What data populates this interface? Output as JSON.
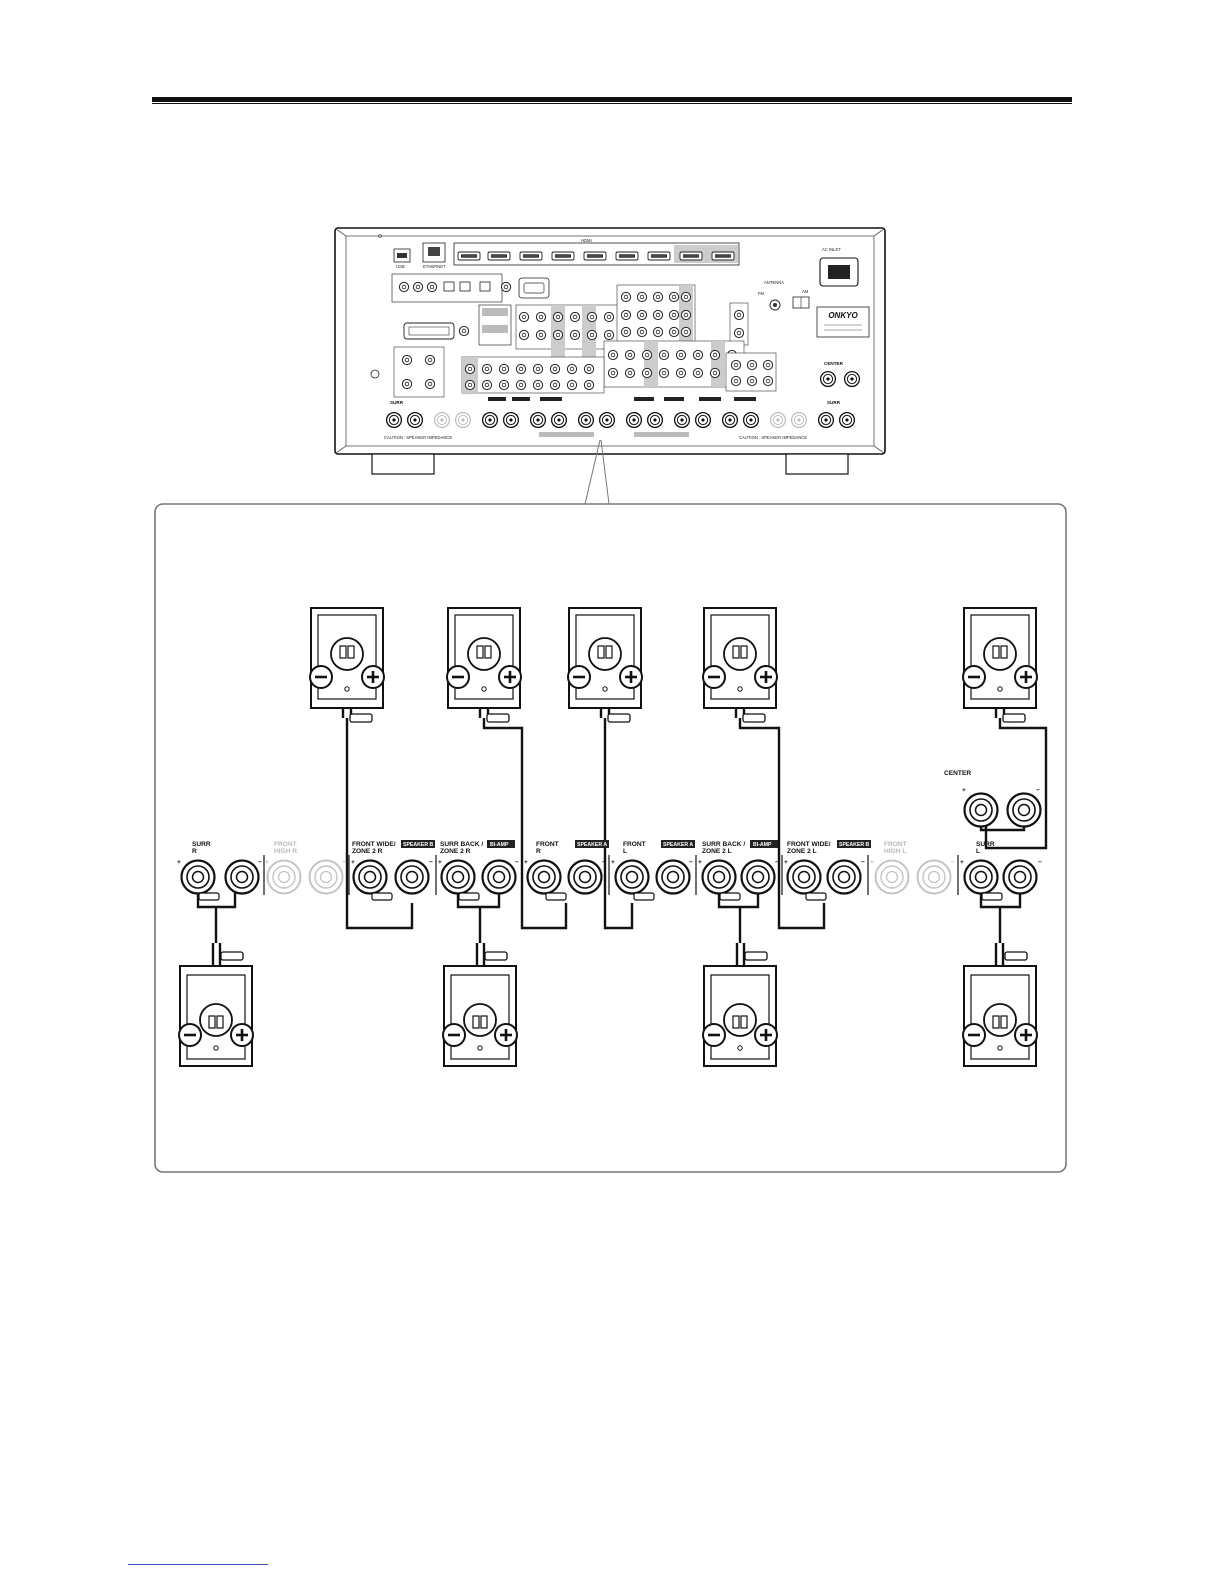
{
  "receiver": {
    "brand": "ONKYO",
    "panel_labels": {
      "usb": "USB",
      "ethernet": "ETHERNET",
      "hdmi": "HDMI",
      "antenna": "ANTENNA",
      "ac_inlet": "AC INLET",
      "am": "AM",
      "fm": "FM",
      "center": "CENTER",
      "surr": "SURR",
      "caution_left": "CAUTION : SPEAKER IMPEDANCE",
      "caution_right": "CAUTION : SPEAKER IMPEDANCE"
    }
  },
  "terminals": {
    "surr_r": "SURR\nR",
    "front_high_r": "FRONT\nHIGH R",
    "front_wide_zone2_r": "FRONT WIDE/\nZONE 2 R",
    "speaker_b": "SPEAKER B",
    "surr_back_zone2_r": "SURR BACK /\nZONE 2 R",
    "bi_amp": "BI-AMP",
    "front_r": "FRONT\nR",
    "speaker_a": "SPEAKER A",
    "front_l": "FRONT\nL",
    "surr_back_zone2_l": "SURR BACK /\nZONE 2 L",
    "front_wide_zone2_l": "FRONT WIDE/\nZONE 2 L",
    "front_high_l": "FRONT\nHIGH L",
    "surr_l": "SURR\nL",
    "center": "CENTER"
  },
  "polarity": {
    "plus": "+",
    "minus": "−"
  }
}
